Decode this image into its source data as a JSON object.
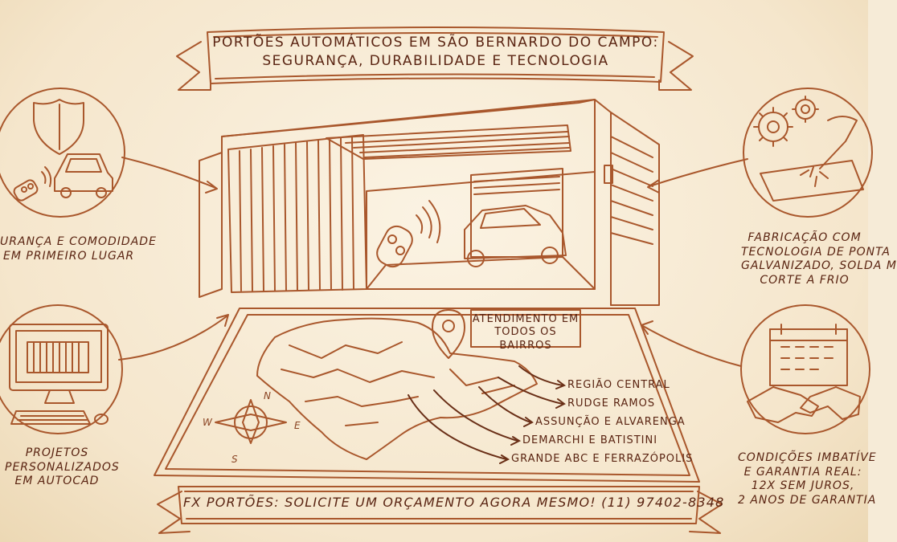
{
  "title_line1": "Portões automáticos em São Bernardo do Campo:",
  "title_line2": "Segurança, durabilidade e tecnologia",
  "features": {
    "security": [
      "urança e comodidade",
      "em primeiro lugar"
    ],
    "fabrication": [
      "Fabricação com",
      "tecnologia de ponta",
      "galvanizado, solda m",
      "corte a frio"
    ],
    "projects": [
      "Projetos",
      "personalizados",
      "em AutoCAD"
    ],
    "conditions": [
      "Condições imbatíve",
      "e garantia real:",
      "12x sem juros,",
      "2 anos de garantia"
    ]
  },
  "map": {
    "pin_label_line1": "Atendimento em",
    "pin_label_line2": "todos os bairros",
    "bairros": [
      "Região Central",
      "Rudge Ramos",
      "Assunção e Alvarenga",
      "Demarchi e Batistini",
      "Grande ABC e Ferrazópolis"
    ],
    "compass": {
      "n": "N",
      "s": "S",
      "e": "E",
      "w": "W"
    }
  },
  "cta": "FX Portões: solicite um orçamento agora mesmo! (11) 97402-8348",
  "colors": {
    "ink": "#a9572c",
    "text": "#5a2412",
    "paper": "#f6ebd7"
  },
  "icons": [
    "shield-icon",
    "car-icon",
    "remote-control-icon",
    "gear-icon",
    "welding-torch-icon",
    "monitor-icon",
    "keyboard-icon",
    "mouse-icon",
    "calendar-icon",
    "handshake-icon",
    "map-pin-icon",
    "compass-rose-icon"
  ]
}
